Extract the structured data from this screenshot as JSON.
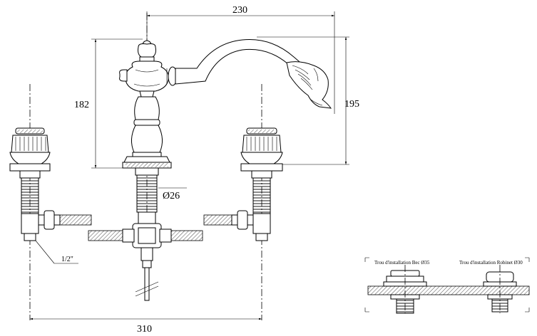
{
  "dimensions": {
    "spout_reach": "230",
    "body_height": "182",
    "spout_height": "195",
    "stem_diameter": "Ø26",
    "center_spacing": "310",
    "connection": "1/2\""
  },
  "notes": {
    "spout_hole": "Trou d'installation Bec Ø35",
    "tap_hole": "Trou d'installation Robinet Ø30"
  }
}
